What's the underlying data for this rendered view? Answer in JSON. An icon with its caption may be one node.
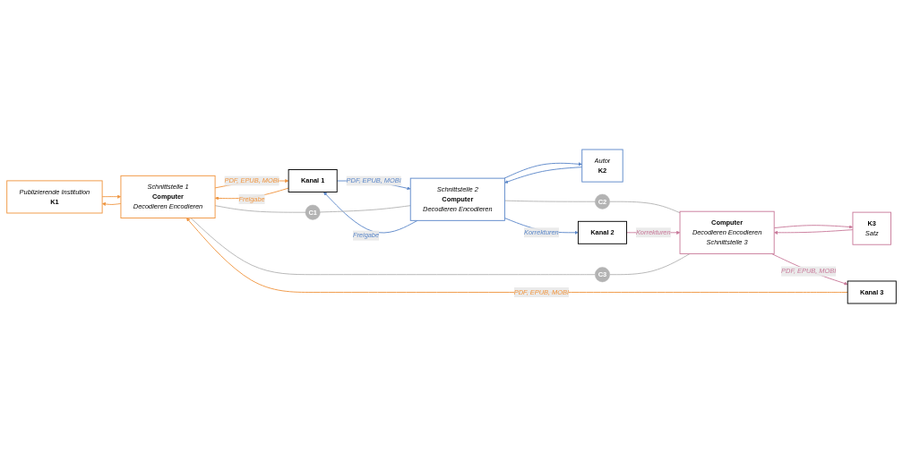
{
  "diagram": {
    "nodes": [
      {
        "text": [
          "Publizierende Institution",
          "K1"
        ]
      },
      {
        "text": [
          "Schnittstelle 1",
          "Computer",
          "Decodieren Encodieren"
        ]
      },
      {
        "text": [
          "Kanal 1"
        ]
      },
      {
        "text": [
          "Schnittstelle 2",
          "Computer",
          "Decodieren Encodieren"
        ]
      },
      {
        "text": [
          "Autor",
          "K2"
        ]
      },
      {
        "text": [
          "C1"
        ]
      },
      {
        "text": [
          "Kanal 2"
        ]
      },
      {
        "text": [
          "C2"
        ]
      },
      {
        "text": [
          "C3"
        ]
      },
      {
        "text": [
          "Computer",
          "Decodieren Encodieren",
          "Schnittstelle 3"
        ]
      },
      {
        "text": [
          "K3",
          "Satz"
        ]
      },
      {
        "text": [
          "Kanal 3"
        ]
      }
    ],
    "edges": [
      {
        "from": 0,
        "to": 1,
        "arrow": "to",
        "color": "#f0953f"
      },
      {
        "from": 1,
        "to": 0,
        "arrow": "to",
        "color": "#f0953f"
      },
      {
        "from": 1,
        "to": 2,
        "arrow": "to",
        "label": "PDF, EPUB, MOBI",
        "color": "#f0953f"
      },
      {
        "from": 2,
        "to": 1,
        "arrow": "to",
        "label": "Freigabe",
        "color": "#f0953f"
      },
      {
        "from": 2,
        "to": 3,
        "arrow": "to",
        "label": "PDF, EPUB, MOBI",
        "color": "#5b87c9"
      },
      {
        "from": 3,
        "to": 2,
        "arrow": "to",
        "label": "Freigabe",
        "color": "#5b87c9"
      },
      {
        "from": 3,
        "to": 4,
        "arrow": "to",
        "color": "#5b87c9"
      },
      {
        "from": 4,
        "to": 3,
        "arrow": "to",
        "color": "#5b87c9"
      },
      {
        "from": 1,
        "to": 5,
        "arrow": "none",
        "color": "#b3b3b3"
      },
      {
        "from": 5,
        "to": 3,
        "arrow": "none",
        "color": "#b3b3b3"
      },
      {
        "from": 3,
        "to": 6,
        "arrow": "to",
        "label": "Korrekturen",
        "color": "#5b87c9"
      },
      {
        "from": 3,
        "to": 7,
        "arrow": "none",
        "color": "#b3b3b3"
      },
      {
        "from": 7,
        "to": 9,
        "arrow": "none",
        "color": "#b3b3b3"
      },
      {
        "from": 6,
        "to": 9,
        "arrow": "to",
        "label": "Korrekturen",
        "color": "#c97a9a"
      },
      {
        "from": 1,
        "to": 8,
        "arrow": "none",
        "color": "#b3b3b3"
      },
      {
        "from": 8,
        "to": 9,
        "arrow": "none",
        "color": "#b3b3b3"
      },
      {
        "from": 9,
        "to": 10,
        "arrow": "to",
        "color": "#c97a9a"
      },
      {
        "from": 10,
        "to": 9,
        "arrow": "to",
        "color": "#c97a9a"
      },
      {
        "from": 9,
        "to": 11,
        "arrow": "to",
        "label": "PDF, EPUB, MOBI",
        "color": "#c97a9a"
      },
      {
        "from": 11,
        "to": 1,
        "arrow": "to",
        "label": "PDF, EPUB, MOBI",
        "color": "#f0953f"
      }
    ]
  }
}
